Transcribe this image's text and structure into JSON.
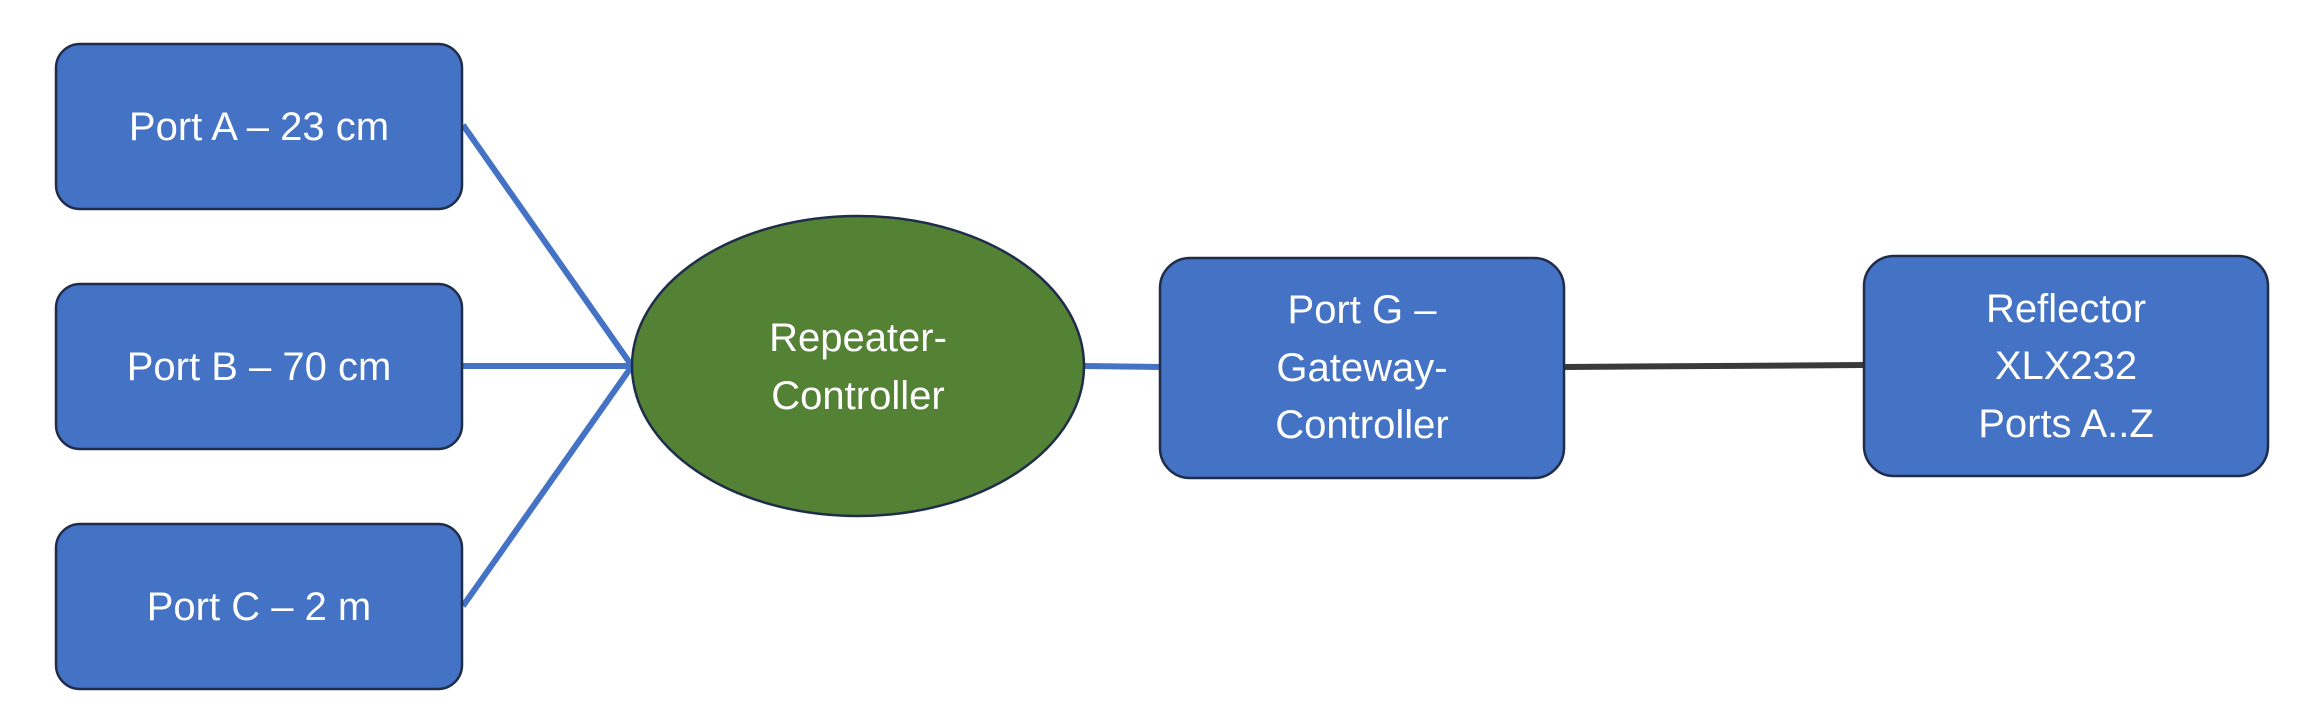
{
  "colors": {
    "box_fill": "#4472C4",
    "box_border": "#1F2D4A",
    "ellipse_fill": "#548235",
    "ellipse_border": "#1F2D4A",
    "connector_blue": "#4472C4",
    "connector_dark": "#3A3A3A",
    "text": "#FFFFFF"
  },
  "nodes": {
    "port_a": {
      "label": "Port A – 23 cm"
    },
    "port_b": {
      "label": "Port B – 70 cm"
    },
    "port_c": {
      "label": "Port C – 2 m"
    },
    "repeater_controller": {
      "lines": [
        "Repeater-",
        "Controller"
      ]
    },
    "port_g": {
      "lines": [
        "Port G –",
        "Gateway-",
        "Controller"
      ]
    },
    "reflector": {
      "lines": [
        "Reflector",
        "XLX232",
        "Ports A..Z"
      ]
    }
  }
}
